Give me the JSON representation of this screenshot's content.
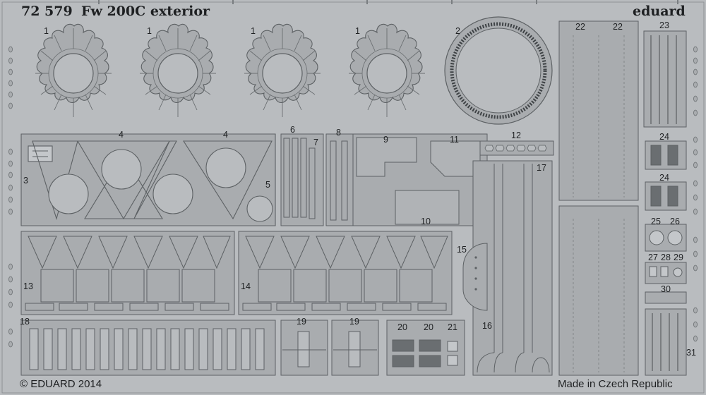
{
  "header": {
    "catalog_number": "72 579",
    "kit_title": "Fw 200C exterior",
    "brand": "eduard"
  },
  "footer": {
    "copyright": "© EDUARD 2014",
    "origin": "Made in Czech Republic"
  },
  "part_numbers": {
    "p1": "1",
    "p2": "2",
    "p3": "3",
    "p4": "4",
    "p5": "5",
    "p6": "6",
    "p7": "7",
    "p8": "8",
    "p9": "9",
    "p10": "10",
    "p11": "11",
    "p12": "12",
    "p13": "13",
    "p14": "14",
    "p15": "15",
    "p16": "16",
    "p17": "17",
    "p18": "18",
    "p19": "19",
    "p20": "20",
    "p21": "21",
    "p22": "22",
    "p23": "23",
    "p24": "24",
    "p25": "25",
    "p26": "26",
    "p27": "27",
    "p28": "28",
    "p29": "29",
    "p30": "30",
    "p31": "31"
  },
  "colors": {
    "fret_background": "#b9bcbf",
    "part_fill": "#a9acaf",
    "etched_line": "#5d6164",
    "label_text": "#1f2123"
  }
}
